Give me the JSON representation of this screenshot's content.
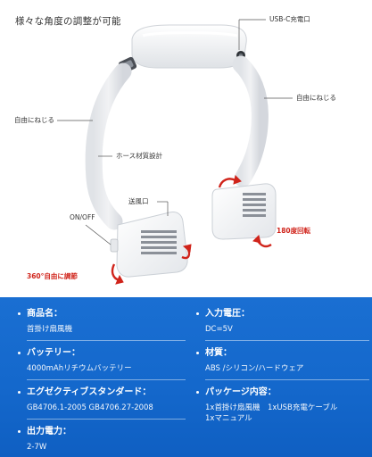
{
  "headline": "様々な角度の調整が可能",
  "callouts": {
    "usb_port": "USB-C充電口",
    "free_bend_right": "自由にねじる",
    "free_bend_left": "自由にねじる",
    "hose_material": "ホース材質設計",
    "air_outlet": "送風口",
    "on_off": "ON/OFF",
    "rotate_180": "180度回転",
    "rotate_360": "360°自由に調節"
  },
  "specs": {
    "product_name": {
      "title": "商品名：",
      "value": "首掛け扇風機"
    },
    "battery": {
      "title": "バッテリー：",
      "value": "4000mAhリチウムバッテリー"
    },
    "energy_standard": {
      "title": "エグゼクティブスタンダード：",
      "value": "GB4706.1-2005 GB4706.27-2008"
    },
    "output_power": {
      "title": "出力電力：",
      "value": "2-7W"
    },
    "input_voltage": {
      "title": "入力電圧：",
      "value": "DC=5V"
    },
    "material": {
      "title": "材質：",
      "value": "ABS /シリコン/ハードウェア"
    },
    "package": {
      "title": "パッケージ内容：",
      "value": "1x首掛け扇風機　1xUSB充電ケーブル\n1xマニュアル"
    }
  },
  "colors": {
    "accent_red": "#d0241b",
    "panel_blue": "#1468cc",
    "fan_white": "#f4f5f7"
  }
}
